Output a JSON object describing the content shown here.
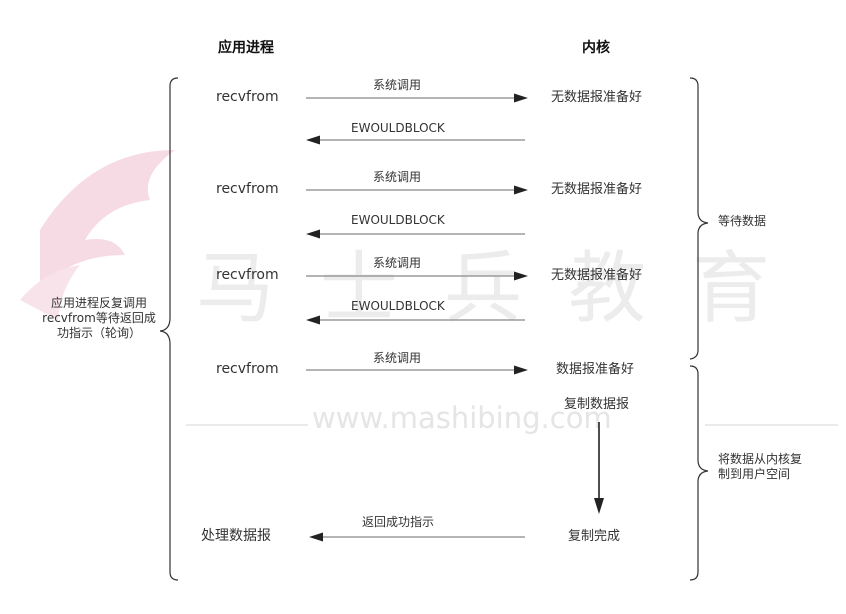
{
  "headers": {
    "process": "应用进程",
    "kernel": "内核"
  },
  "watermark": {
    "brand": "马士兵教育",
    "url": "www.mashibing.com"
  },
  "rows": [
    {
      "app": "recvfrom",
      "call": "系统调用",
      "kernel": "无数据报准备好",
      "reply": "EWOULDBLOCK"
    },
    {
      "app": "recvfrom",
      "call": "系统调用",
      "kernel": "无数据报准备好",
      "reply": "EWOULDBLOCK"
    },
    {
      "app": "recvfrom",
      "call": "系统调用",
      "kernel": "无数据报准备好",
      "reply": "EWOULDBLOCK"
    },
    {
      "app": "recvfrom",
      "call": "系统调用",
      "kernel": "数据报准备好"
    }
  ],
  "copy_step": "复制数据报",
  "final": {
    "app": "处理数据报",
    "reply": "返回成功指示",
    "kernel": "复制完成"
  },
  "left_note": "应用进程反复调用recvfrom等待返回成功指示（轮询）",
  "right_notes": {
    "wait": "等待数据",
    "copy": "将数据从内核复制到用户空间"
  },
  "colors": {
    "line": "#888888",
    "arrowhead": "#222222",
    "brace": "#333333",
    "watermark_logo": "#f6dbe4"
  }
}
